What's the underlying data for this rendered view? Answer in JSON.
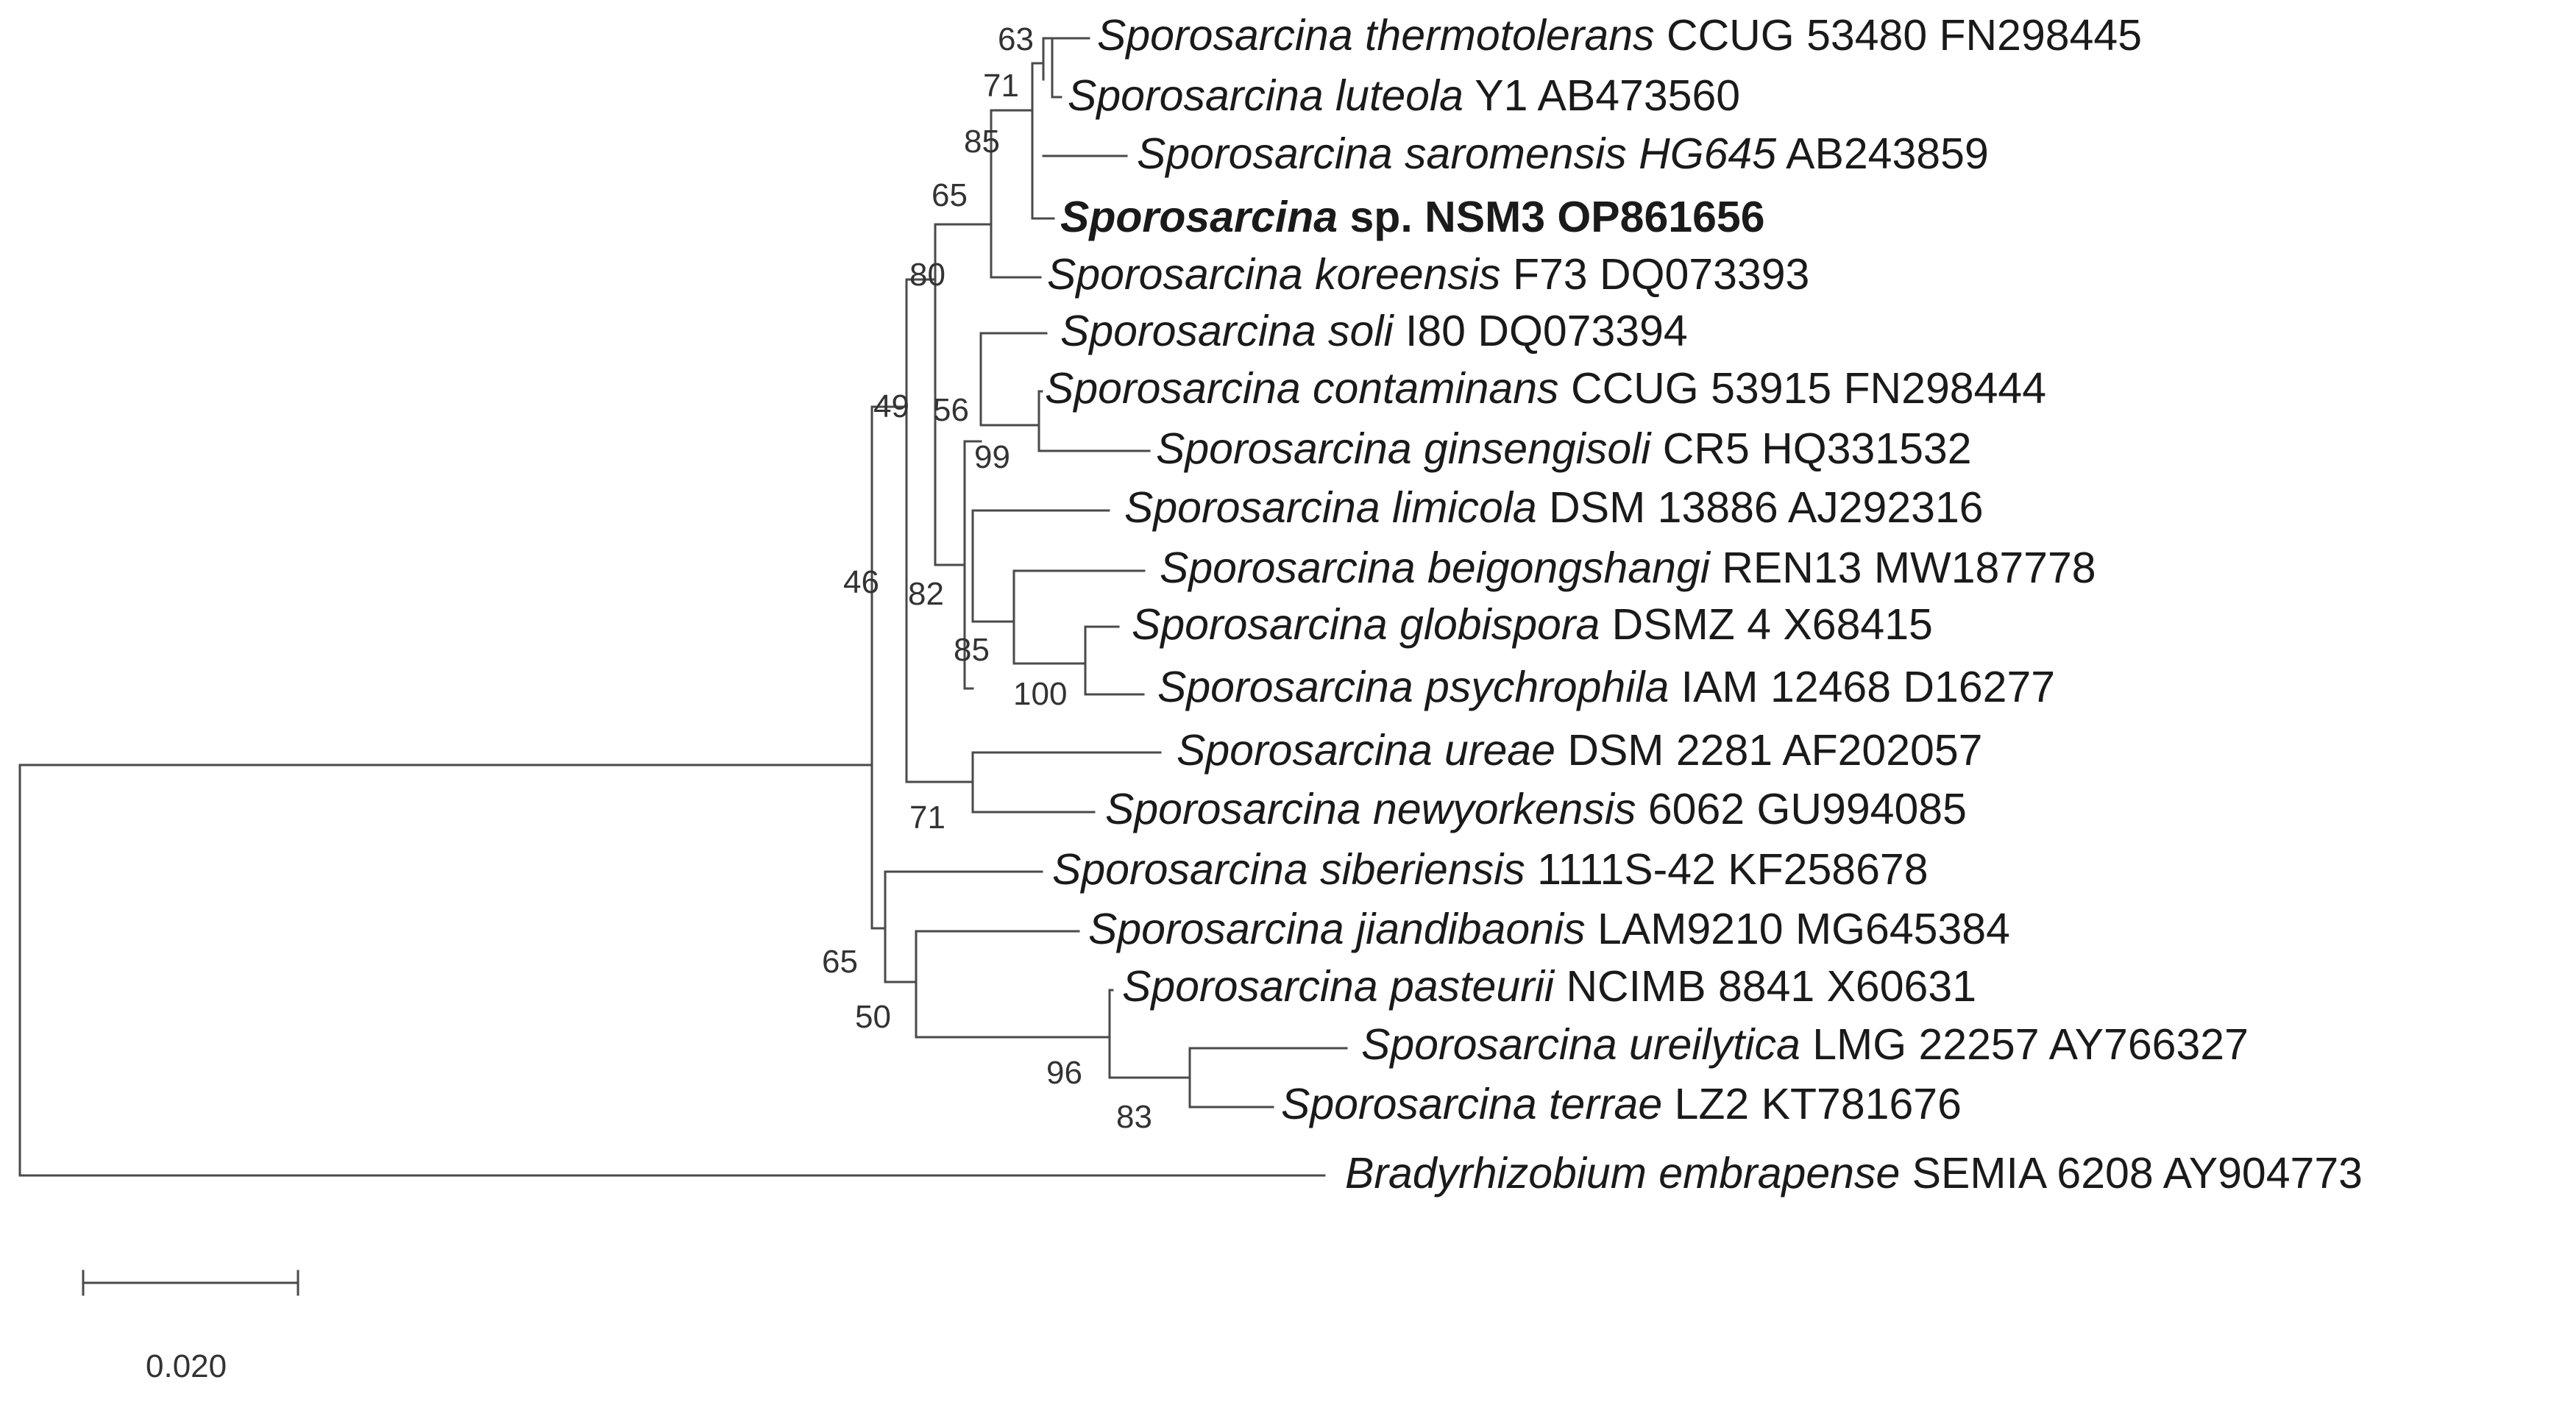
{
  "taxa": [
    {
      "genus": "Sporosarcina",
      "epithet": "thermotolerans",
      "rest": "CCUG 53480 FN298445",
      "bold": false
    },
    {
      "genus": "Sporosarcina",
      "epithet": "luteola",
      "rest": "Y1 AB473560",
      "bold": false
    },
    {
      "genus": "Sporosarcina",
      "epithet": "saromensis HG645",
      "rest": "AB243859",
      "bold": false
    },
    {
      "genus": "Sporosarcina",
      "epithet": "",
      "rest": "sp. NSM3 OP861656",
      "bold": true
    },
    {
      "genus": "Sporosarcina",
      "epithet": "koreensis",
      "rest": "F73 DQ073393",
      "bold": false
    },
    {
      "genus": "Sporosarcina",
      "epithet": "soli",
      "rest": "I80 DQ073394",
      "bold": false
    },
    {
      "genus": "Sporosarcina",
      "epithet": "contaminans",
      "rest": "CCUG 53915 FN298444",
      "bold": false
    },
    {
      "genus": "Sporosarcina",
      "epithet": "ginsengisoli",
      "rest": "CR5 HQ331532",
      "bold": false
    },
    {
      "genus": "Sporosarcina",
      "epithet": "limicola",
      "rest": "DSM 13886 AJ292316",
      "bold": false
    },
    {
      "genus": "Sporosarcina",
      "epithet": "beigongshangi",
      "rest": "REN13 MW187778",
      "bold": false
    },
    {
      "genus": "Sporosarcina",
      "epithet": "globispora",
      "rest": "DSMZ 4 X68415",
      "bold": false
    },
    {
      "genus": "Sporosarcina",
      "epithet": "psychrophila",
      "rest": "IAM 12468 D16277",
      "bold": false
    },
    {
      "genus": "Sporosarcina",
      "epithet": "ureae",
      "rest": "DSM 2281 AF202057",
      "bold": false
    },
    {
      "genus": "Sporosarcina",
      "epithet": "newyorkensis",
      "rest": "6062 GU994085",
      "bold": false
    },
    {
      "genus": "Sporosarcina",
      "epithet": "siberiensis",
      "rest": "1111S-42 KF258678",
      "bold": false
    },
    {
      "genus": "Sporosarcina",
      "epithet": "jiandibaonis",
      "rest": "LAM9210 MG645384",
      "bold": false
    },
    {
      "genus": "Sporosarcina",
      "epithet": "pasteurii",
      "rest": "NCIMB 8841 X60631",
      "bold": false
    },
    {
      "genus": "Sporosarcina",
      "epithet": "ureilytica",
      "rest": "LMG 22257 AY766327",
      "bold": false
    },
    {
      "genus": "Sporosarcina",
      "epithet": "terrae",
      "rest": "LZ2 KT781676",
      "bold": false
    },
    {
      "genus": "Bradyrhizobium",
      "epithet": "embrapense",
      "rest": "SEMIA 6208 AY904773",
      "bold": false
    }
  ],
  "bootstrap": [
    "63",
    "71",
    "85",
    "65",
    "80",
    "49",
    "56",
    "99",
    "46",
    "82",
    "85",
    "100",
    "71",
    "65",
    "50",
    "96",
    "83"
  ],
  "scale_bar": {
    "label": "0.020",
    "length": 0.02
  }
}
